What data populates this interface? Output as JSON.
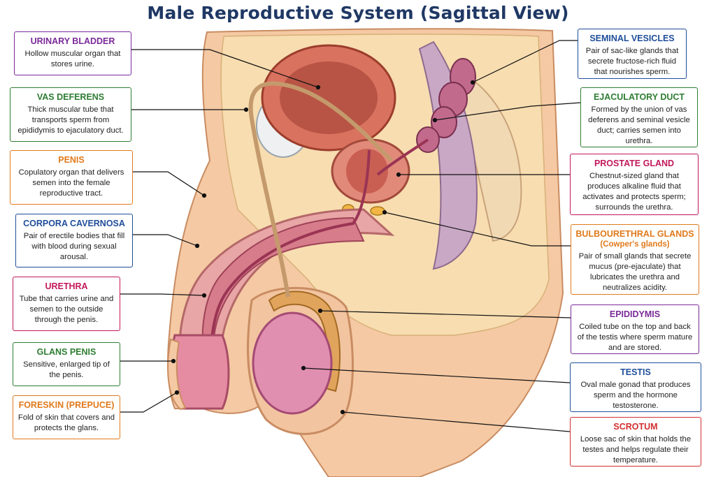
{
  "title": "Male Reproductive System (Sagittal View)",
  "colors": {
    "title": "#1f3864",
    "purple": "#7b2a99",
    "green": "#2e7d32",
    "orange": "#e07a1c",
    "blue": "#1f4e9a",
    "magenta": "#c2185b",
    "red": "#d32f2f"
  },
  "labels_left": [
    {
      "title": "URINARY BLADDER",
      "desc": "Hollow muscular organ that stores urine.",
      "color": "#7b2a99"
    },
    {
      "title": "VAS DEFERENS",
      "desc": "Thick muscular tube that transports sperm from epididymis to ejaculatory duct.",
      "color": "#2e7d32"
    },
    {
      "title": "PENIS",
      "desc": "Copulatory organ that delivers semen into the female reproductive tract.",
      "color": "#e07a1c"
    },
    {
      "title": "CORPORA CAVERNOSA",
      "desc": "Pair of erectile bodies that fill with blood during sexual arousal.",
      "color": "#1f4e9a"
    },
    {
      "title": "URETHRA",
      "desc": "Tube that carries urine and semen to the outside through the penis.",
      "color": "#c2185b"
    },
    {
      "title": "GLANS PENIS",
      "desc": "Sensitive, enlarged tip of the penis.",
      "color": "#2e7d32"
    },
    {
      "title": "FORESKIN (PREPUCE)",
      "desc": "Fold of skin that covers and protects the glans.",
      "color": "#e07a1c"
    }
  ],
  "labels_right": [
    {
      "title": "SEMINAL VESICLES",
      "desc": "Pair of sac-like glands that secrete fructose-rich fluid that nourishes sperm.",
      "color": "#1f4e9a"
    },
    {
      "title": "EJACULATORY DUCT",
      "desc": "Formed by the union of vas deferens and seminal vesicle duct; carries semen into urethra.",
      "color": "#2e7d32"
    },
    {
      "title": "PROSTATE GLAND",
      "desc": "Chestnut-sized gland that produces alkaline fluid that activates and protects sperm; surrounds the urethra.",
      "color": "#c2185b"
    },
    {
      "title": "BULBOURETHRAL GLANDS",
      "subtitle": "(Cowper's glands)",
      "desc": "Pair of small glands that secrete mucus (pre-ejaculate) that lubricates the urethra and neutralizes acidity.",
      "color": "#e07a1c"
    },
    {
      "title": "EPIDIDYMIS",
      "desc": "Coiled tube on the top and back of the testis where sperm mature and are stored.",
      "color": "#7b2a99"
    },
    {
      "title": "TESTIS",
      "desc": "Oval male gonad that produces sperm and the hormone testosterone.",
      "color": "#1f4e9a"
    },
    {
      "title": "SCROTUM",
      "desc": "Loose sac of skin that holds the testes and helps regulate their temperature.",
      "color": "#d32f2f"
    }
  ]
}
